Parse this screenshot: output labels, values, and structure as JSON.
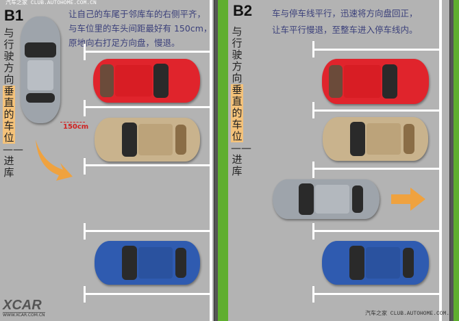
{
  "watermark_top": "汽车之家 CLUB.AUTOHOME.COM.CN",
  "left": {
    "title": "B1",
    "side_label_top": "与行驶方向",
    "side_label_highlight": "垂直的车位",
    "side_label_bottom": "——进库",
    "instructions": [
      "让自己的车尾于邻库车的右侧平齐，",
      "与车位里的车头间距最好有 150cm，",
      "原地向右打足方向盘，慢退。"
    ],
    "distance_label": "150cm"
  },
  "right": {
    "title": "B2",
    "side_label_top": "与行驶方向",
    "side_label_highlight": "垂直的车位",
    "side_label_bottom": "——进库",
    "instructions": [
      "车与停车线平行，迅速将方向盘回正，",
      "让车平行慢退，至整车进入停车线内。"
    ]
  },
  "logo": {
    "brand": "XCAR",
    "url": "WWW.XCAR.COM.CN"
  },
  "watermark_bottom": "汽车之家 CLUB.AUTOHOME.COM.CN",
  "colors": {
    "road": "#b3b3b3",
    "grass": "#5fae2f",
    "red_car": "#e0242c",
    "tan_car": "#c9b38d",
    "blue_car": "#2f5bb0",
    "silver_car": "#9ea4ab",
    "arrow": "#f5a032"
  }
}
